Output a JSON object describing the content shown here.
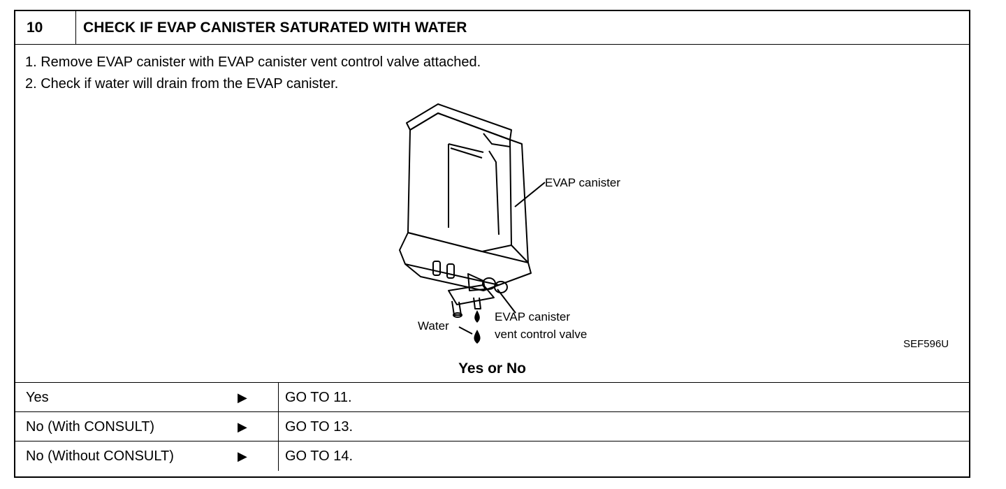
{
  "header": {
    "number": "10",
    "title": "CHECK IF EVAP CANISTER SATURATED WITH WATER"
  },
  "steps": [
    "1. Remove EVAP canister with EVAP canister vent control valve attached.",
    "2. Check if water will drain from the EVAP canister."
  ],
  "figure": {
    "label_canister": "EVAP canister",
    "label_valve_line1": "EVAP canister",
    "label_valve_line2": "vent control valve",
    "label_water": "Water",
    "code": "SEF596U"
  },
  "question": "Yes or No",
  "results": [
    {
      "condition": "Yes",
      "action": "GO TO 11."
    },
    {
      "condition": "No (With CONSULT)",
      "action": "GO TO 13."
    },
    {
      "condition": "No (Without CONSULT)",
      "action": "GO TO 14."
    }
  ],
  "arrow_icon": "right-triangle-icon"
}
